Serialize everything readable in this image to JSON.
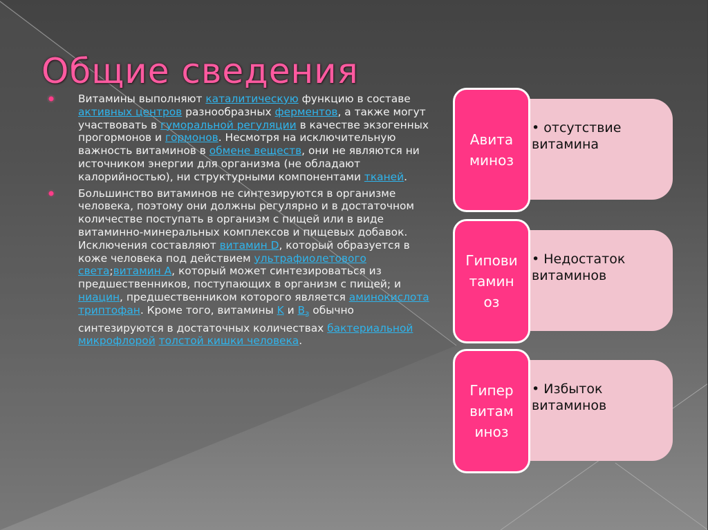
{
  "slide": {
    "title": "Общие сведения",
    "colors": {
      "title": "#ff5aa0",
      "link": "#2fb4ec",
      "dark_box": "#ff3585",
      "light_box": "#f2c4cf",
      "text": "#f2f2f2"
    }
  },
  "body": {
    "paragraphs": [
      {
        "segments": [
          {
            "t": "Витамины выполняют "
          },
          {
            "t": "каталитическую",
            "link": true
          },
          {
            "t": " функцию в составе "
          },
          {
            "t": "активных центров",
            "link": true
          },
          {
            "t": " разнообразных "
          },
          {
            "t": "ферментов",
            "link": true
          },
          {
            "t": ", а также могут участвовать в "
          },
          {
            "t": "гуморальной регуляции",
            "link": true
          },
          {
            "t": " в качестве экзогенных прогормонов и "
          },
          {
            "t": "гормонов",
            "link": true
          },
          {
            "t": ". Несмотря на исключительную важность витаминов в "
          },
          {
            "t": "обмене веществ",
            "link": true
          },
          {
            "t": ", они не являются ни источником энергии для организма (не обладают калорийностью), ни структурными компонентами "
          },
          {
            "t": "тканей",
            "link": true
          },
          {
            "t": "."
          }
        ]
      },
      {
        "segments": [
          {
            "t": "Большинство витаминов не синтезируются в организме человека, поэтому они должны регулярно и в достаточном количестве поступать в организм с пищей или в виде витаминно-минеральных комплексов и пищевых добавок. Исключения составляют "
          },
          {
            "t": "витамин D",
            "link": true
          },
          {
            "t": ", который образуется в коже человека под действием "
          },
          {
            "t": "ультрафиолетового света",
            "link": true
          },
          {
            "t": ";"
          },
          {
            "t": "витамин A",
            "link": true
          },
          {
            "t": ", который может синтезироваться из предшественников, поступающих в организм с пищей; и "
          },
          {
            "t": "ниацин",
            "link": true
          },
          {
            "t": ", предшественником которого является "
          },
          {
            "t": "аминокислота",
            "link": true
          },
          {
            "t": " "
          },
          {
            "t": "триптофан",
            "link": true
          },
          {
            "t": ". Кроме того, витамины "
          },
          {
            "t": "K",
            "link": true
          },
          {
            "t": " и "
          },
          {
            "t": "B",
            "link": true,
            "sub": "3"
          },
          {
            "t": " обычно синтезируются в достаточных количествах "
          },
          {
            "t": "бактериальной микрофлорой",
            "link": true
          },
          {
            "t": " "
          },
          {
            "t": "толстой кишки человека",
            "link": true
          },
          {
            "t": "."
          }
        ]
      }
    ]
  },
  "diagram": {
    "rows": [
      {
        "term": "Авита миноз",
        "term_lines": [
          "Авита",
          "миноз"
        ],
        "definition": "• отсутствие витамина"
      },
      {
        "term": "Гипови тамин оз",
        "term_lines": [
          "Гипови",
          "тамин",
          "оз"
        ],
        "definition": "• Недостаток витаминов"
      },
      {
        "term": "Гипер витам иноз",
        "term_lines": [
          "Гипер",
          "витам",
          "иноз"
        ],
        "definition": "• Избыток витаминов"
      }
    ]
  }
}
